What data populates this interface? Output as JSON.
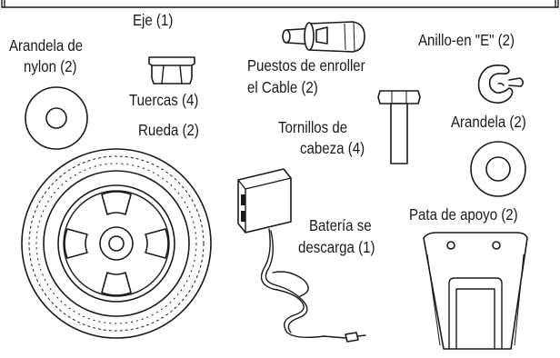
{
  "parts": {
    "eje": "Eje (1)",
    "arandela_nylon_line1": "Arandela de",
    "arandela_nylon_line2": "nylon (2)",
    "tuercas": "Tuercas (4)",
    "rueda": "Rueda (2)",
    "puestos_line1": "Puestos de enroller",
    "puestos_line2": "el Cable (2)",
    "anillo": "Anillo-en \"E\" (2)",
    "tornillos_line1": "Tornillos de",
    "tornillos_line2": "cabeza (4)",
    "arandela": "Arandela (2)",
    "bateria_line1": "Batería se",
    "bateria_line2": "descarga (1)",
    "pata": "Pata de apoyo (2)"
  }
}
